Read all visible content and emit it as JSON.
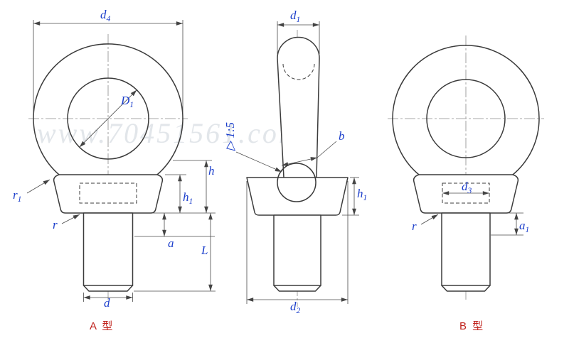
{
  "drawing": {
    "subject": "lifting-eye-bolt-three-views",
    "watermark": "www.70451561.com",
    "types": {
      "a": "A 型",
      "b": "B 型"
    }
  },
  "colors": {
    "line": "#3b3b3b",
    "label_blue": "#1b3ecb",
    "type_red": "#c0231d",
    "watermark_gray": "#ccd2da"
  },
  "labels": {
    "d4": {
      "base": "d",
      "sub": "4"
    },
    "D1": {
      "base": "D",
      "sub": "1"
    },
    "h": {
      "base": "h"
    },
    "h1": {
      "base": "h",
      "sub": "1"
    },
    "a": {
      "base": "a"
    },
    "L": {
      "base": "L"
    },
    "d": {
      "base": "d"
    },
    "r1": {
      "base": "r",
      "sub": "1"
    },
    "r": {
      "base": "r"
    },
    "d1": {
      "base": "d",
      "sub": "1"
    },
    "b": {
      "base": "b"
    },
    "d2": {
      "base": "d",
      "sub": "2"
    },
    "d3": {
      "base": "d",
      "sub": "3"
    },
    "a1": {
      "base": "a",
      "sub": "1"
    },
    "taper": "▷ 1:5"
  }
}
